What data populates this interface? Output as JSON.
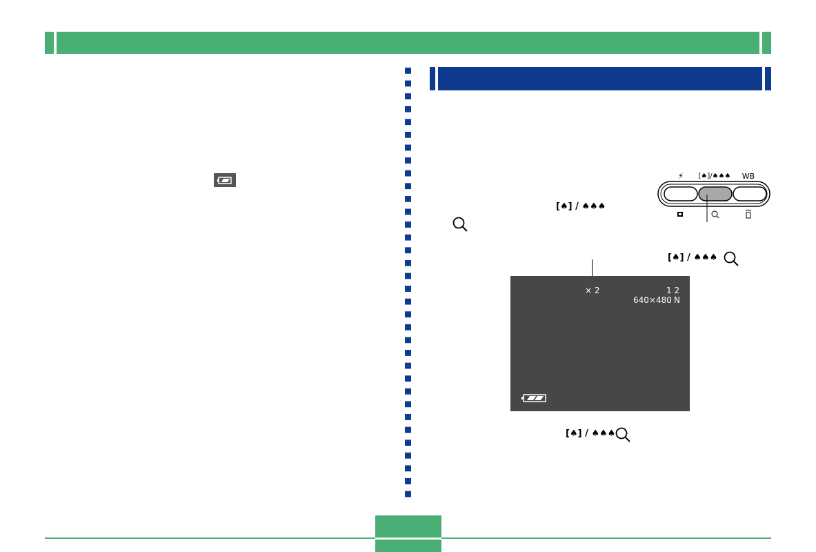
{
  "header_bar": {
    "color": "#4aaf75"
  },
  "section_bar": {
    "color": "#0d3b8f"
  },
  "control_panel": {
    "top_labels": [
      "⚡",
      "[♠]/♠♠♠",
      "WB"
    ],
    "bottom_icons": [
      "grid-icon",
      "magnifier-icon",
      "trash-icon"
    ]
  },
  "zoom_button_label": "[♠] / ♠♠♠",
  "lcd": {
    "zoom": "× 2",
    "frame": "1 2",
    "resolution": "640×480",
    "quality": "N"
  },
  "icons": [
    "battery-icon",
    "magnifier-icon",
    "flash-icon",
    "trash-icon"
  ]
}
